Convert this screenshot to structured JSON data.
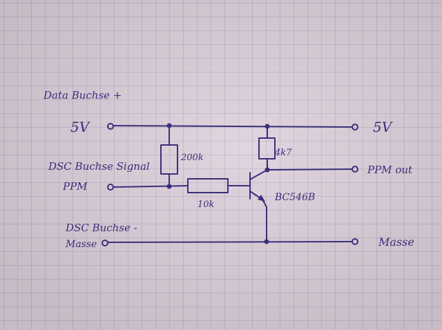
{
  "title": "Data Buchse +",
  "labels": {
    "left_5v": "5V",
    "right_5v": "5V",
    "dsc_signal": "DSC Buchse Signal",
    "ppm_in": "PPM",
    "dsc_ground": "DSC Buchse -",
    "masse_left": "Masse",
    "ppm_out": "PPM out",
    "masse_right": "Masse"
  },
  "components": {
    "r_pullup": "200k",
    "r_base": "10k",
    "r_collector": "4k7",
    "transistor": "BC546B"
  },
  "colors": {
    "ink": "#3a2f7a",
    "paper": "#ddd0dc",
    "grid": "#a89fb8"
  }
}
